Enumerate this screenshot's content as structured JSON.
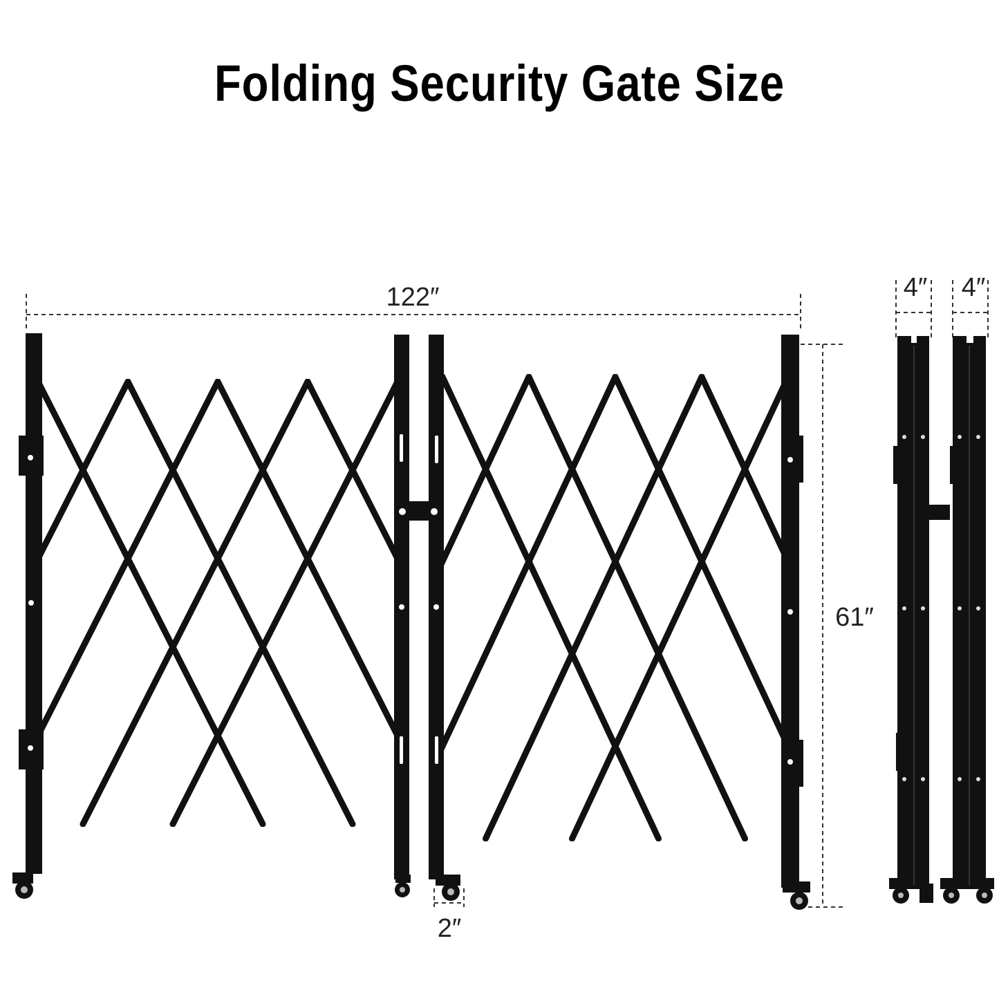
{
  "title": "Folding Security Gate Size",
  "dimensions": {
    "width": "122″",
    "height": "61″",
    "wheel_gap": "2″",
    "folded_left": "4″",
    "folded_right": "4″"
  },
  "colors": {
    "frame": "#111111",
    "dimension_line": "#333333",
    "background": "#ffffff"
  }
}
